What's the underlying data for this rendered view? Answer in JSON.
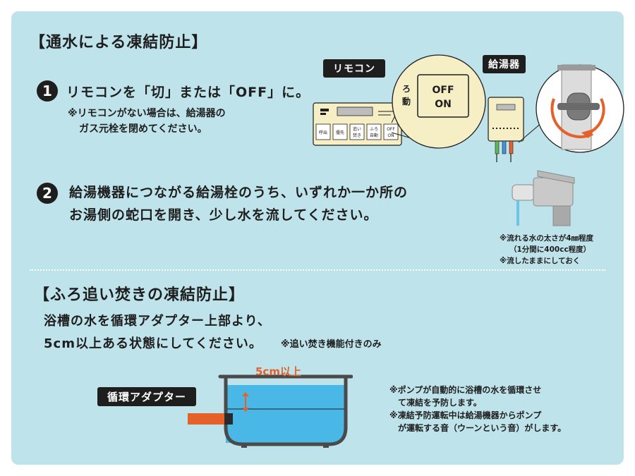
{
  "section1": {
    "title": "【通水による凍結防止】",
    "step1": {
      "num": "1",
      "text": "リモコンを「切」または「OFF」に。",
      "note_line1": "※リモコンがない場合は、給湯器の",
      "note_line2": "ガス元栓を閉めてください。"
    },
    "step2": {
      "num": "2",
      "line1": "給湯機器につながる給湯栓のうち、いずれか一か所の",
      "line2": "お湯側の蛇口を開き、少し水を流してください。"
    },
    "remote_label": "リモコン",
    "heater_label": "給湯器",
    "remote_buttons": [
      "呼出",
      "優先",
      "追い\n焚き",
      "ふろ\n自動",
      "OFF\nON"
    ],
    "zoom_button": {
      "line1": "OFF",
      "line2": "ON"
    },
    "zoom_partial": {
      "line1": "ろ",
      "line2": "動"
    },
    "faucet_notes": [
      "※流れる水の太さが4㎜程度",
      "（1分間に400cc程度）",
      "※流したままにしておく"
    ]
  },
  "section2": {
    "title": "【ふろ追い焚きの凍結防止】",
    "line1": "浴槽の水を循環アダプター上部より、",
    "line2": "5cm以上ある状態にしてください。",
    "line2_note": "※追い焚き機能付きのみ",
    "adapter_label": "循環アダプター",
    "level_label": "5cm以上",
    "side_notes": [
      "※ポンプが自動的に浴槽の水を循環させ",
      "　て凍結を予防します。",
      "※凍結予防運転中は給湯機器からポンプ",
      "　が運転する音（ウーンという音）がします。"
    ]
  },
  "colors": {
    "background": "#bfe3ea",
    "accent_orange": "#e5612a",
    "water": "#49b8e6",
    "panel_cream": "#f6efc5",
    "dark": "#1e1e1e"
  }
}
